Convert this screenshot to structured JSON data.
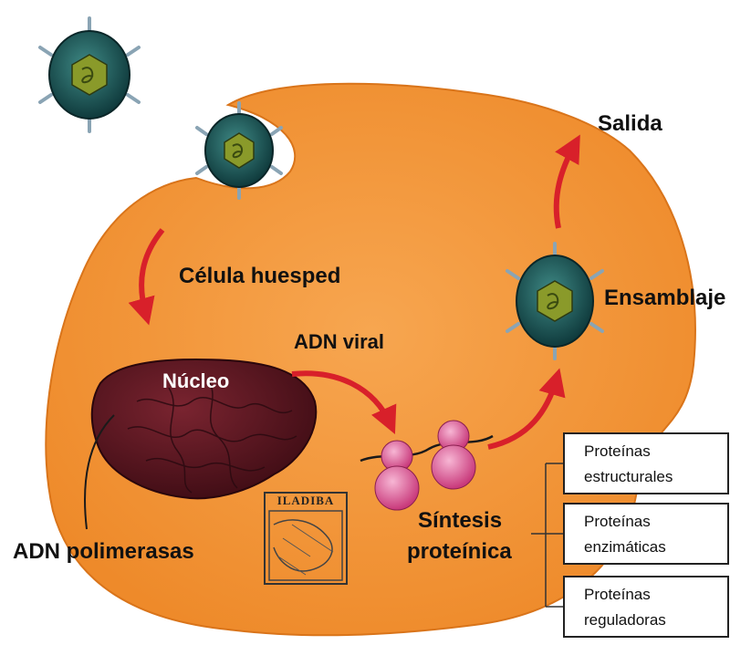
{
  "labels": {
    "host_cell": "Célula huesped",
    "nucleus": "Núcleo",
    "viral_dna": "ADN viral",
    "dna_polymerases": "ADN polimerasas",
    "protein_synthesis_line1": "Síntesis",
    "protein_synthesis_line2": "proteínica",
    "assembly": "Ensamblaje",
    "exit": "Salida"
  },
  "protein_boxes": [
    {
      "line1": "Proteínas",
      "line2": "estructurales"
    },
    {
      "line1": "Proteínas",
      "line2": "enzimáticas"
    },
    {
      "line1": "Proteínas",
      "line2": "reguladoras"
    }
  ],
  "logo_text": "ILADIBA",
  "colors": {
    "cell": "#f0932e",
    "cell_edge": "#e07a1a",
    "nucleus": "#5a1420",
    "arrow": "#d8202a",
    "virus_capsid": "#1f5a5a",
    "virus_core": "#8a9a2a",
    "ribosome": "#d94f8f"
  }
}
